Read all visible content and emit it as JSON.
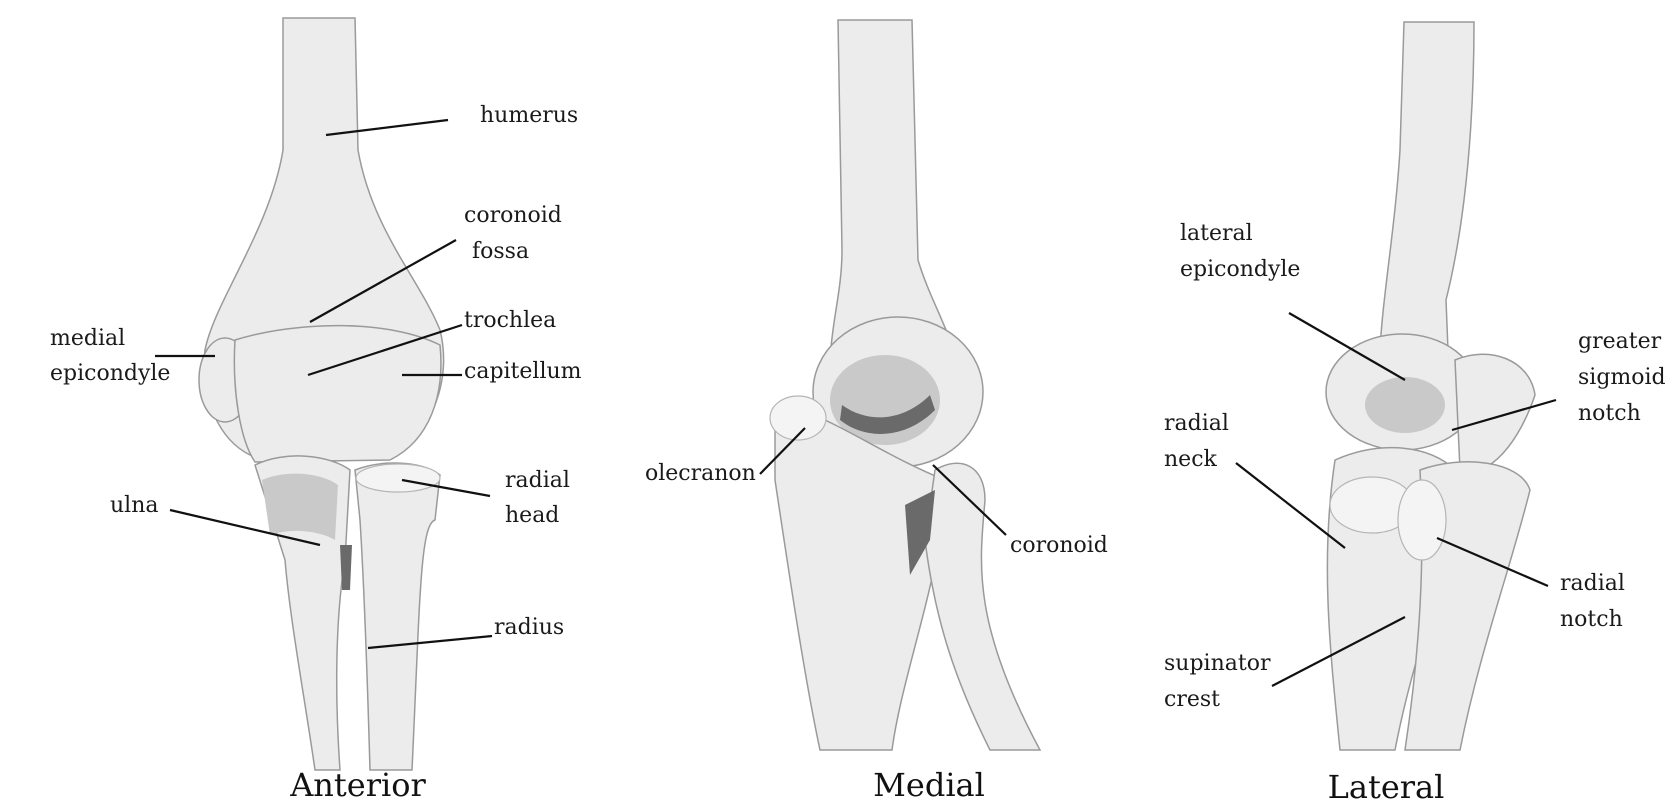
{
  "panels": [
    {
      "caption": "Anterior",
      "labels": [
        "humerus",
        "coronoid",
        "fossa",
        "trochlea",
        "medial",
        "epicondyle",
        "capitellum",
        "radial",
        "head",
        "ulna",
        "radius"
      ]
    },
    {
      "caption": "Medial",
      "labels": [
        "olecranon",
        "coronoid"
      ]
    },
    {
      "caption": "Lateral",
      "labels": [
        "lateral",
        "epicondyle",
        "greater",
        "sigmoid",
        "notch",
        "radial",
        "neck",
        "radial",
        "notch",
        "supinator",
        "crest"
      ]
    }
  ]
}
